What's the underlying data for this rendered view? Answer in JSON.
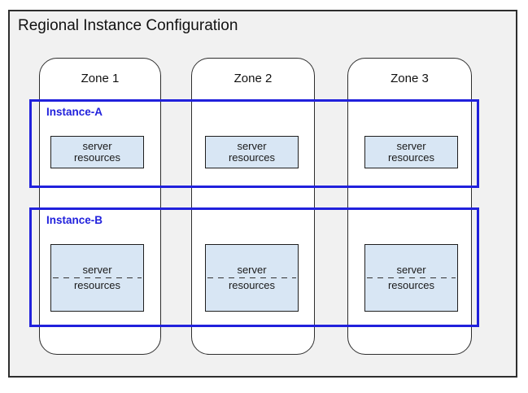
{
  "diagram": {
    "title": "Regional Instance Configuration",
    "zones": [
      {
        "label": "Zone 1"
      },
      {
        "label": "Zone 2"
      },
      {
        "label": "Zone 3"
      }
    ],
    "instances": [
      {
        "label": "Instance-A",
        "boxes": [
          {
            "line1": "server",
            "line2": "resources"
          },
          {
            "line1": "server",
            "line2": "resources"
          },
          {
            "line1": "server",
            "line2": "resources"
          }
        ]
      },
      {
        "label": "Instance-B",
        "boxes": [
          {
            "line1": "server",
            "line2": "resources"
          },
          {
            "line1": "server",
            "line2": "resources"
          },
          {
            "line1": "server",
            "line2": "resources"
          }
        ]
      }
    ],
    "colors": {
      "region_fill": "#F1F1F1",
      "region_border": "#2E2E2E",
      "zone_fill": "#FFFFFF",
      "zone_border": "#2E2E2E",
      "instance_border": "#2121DC",
      "instance_label": "#2121DC",
      "resource_fill": "#D8E6F4",
      "resource_border": "#1F1F1F"
    }
  }
}
